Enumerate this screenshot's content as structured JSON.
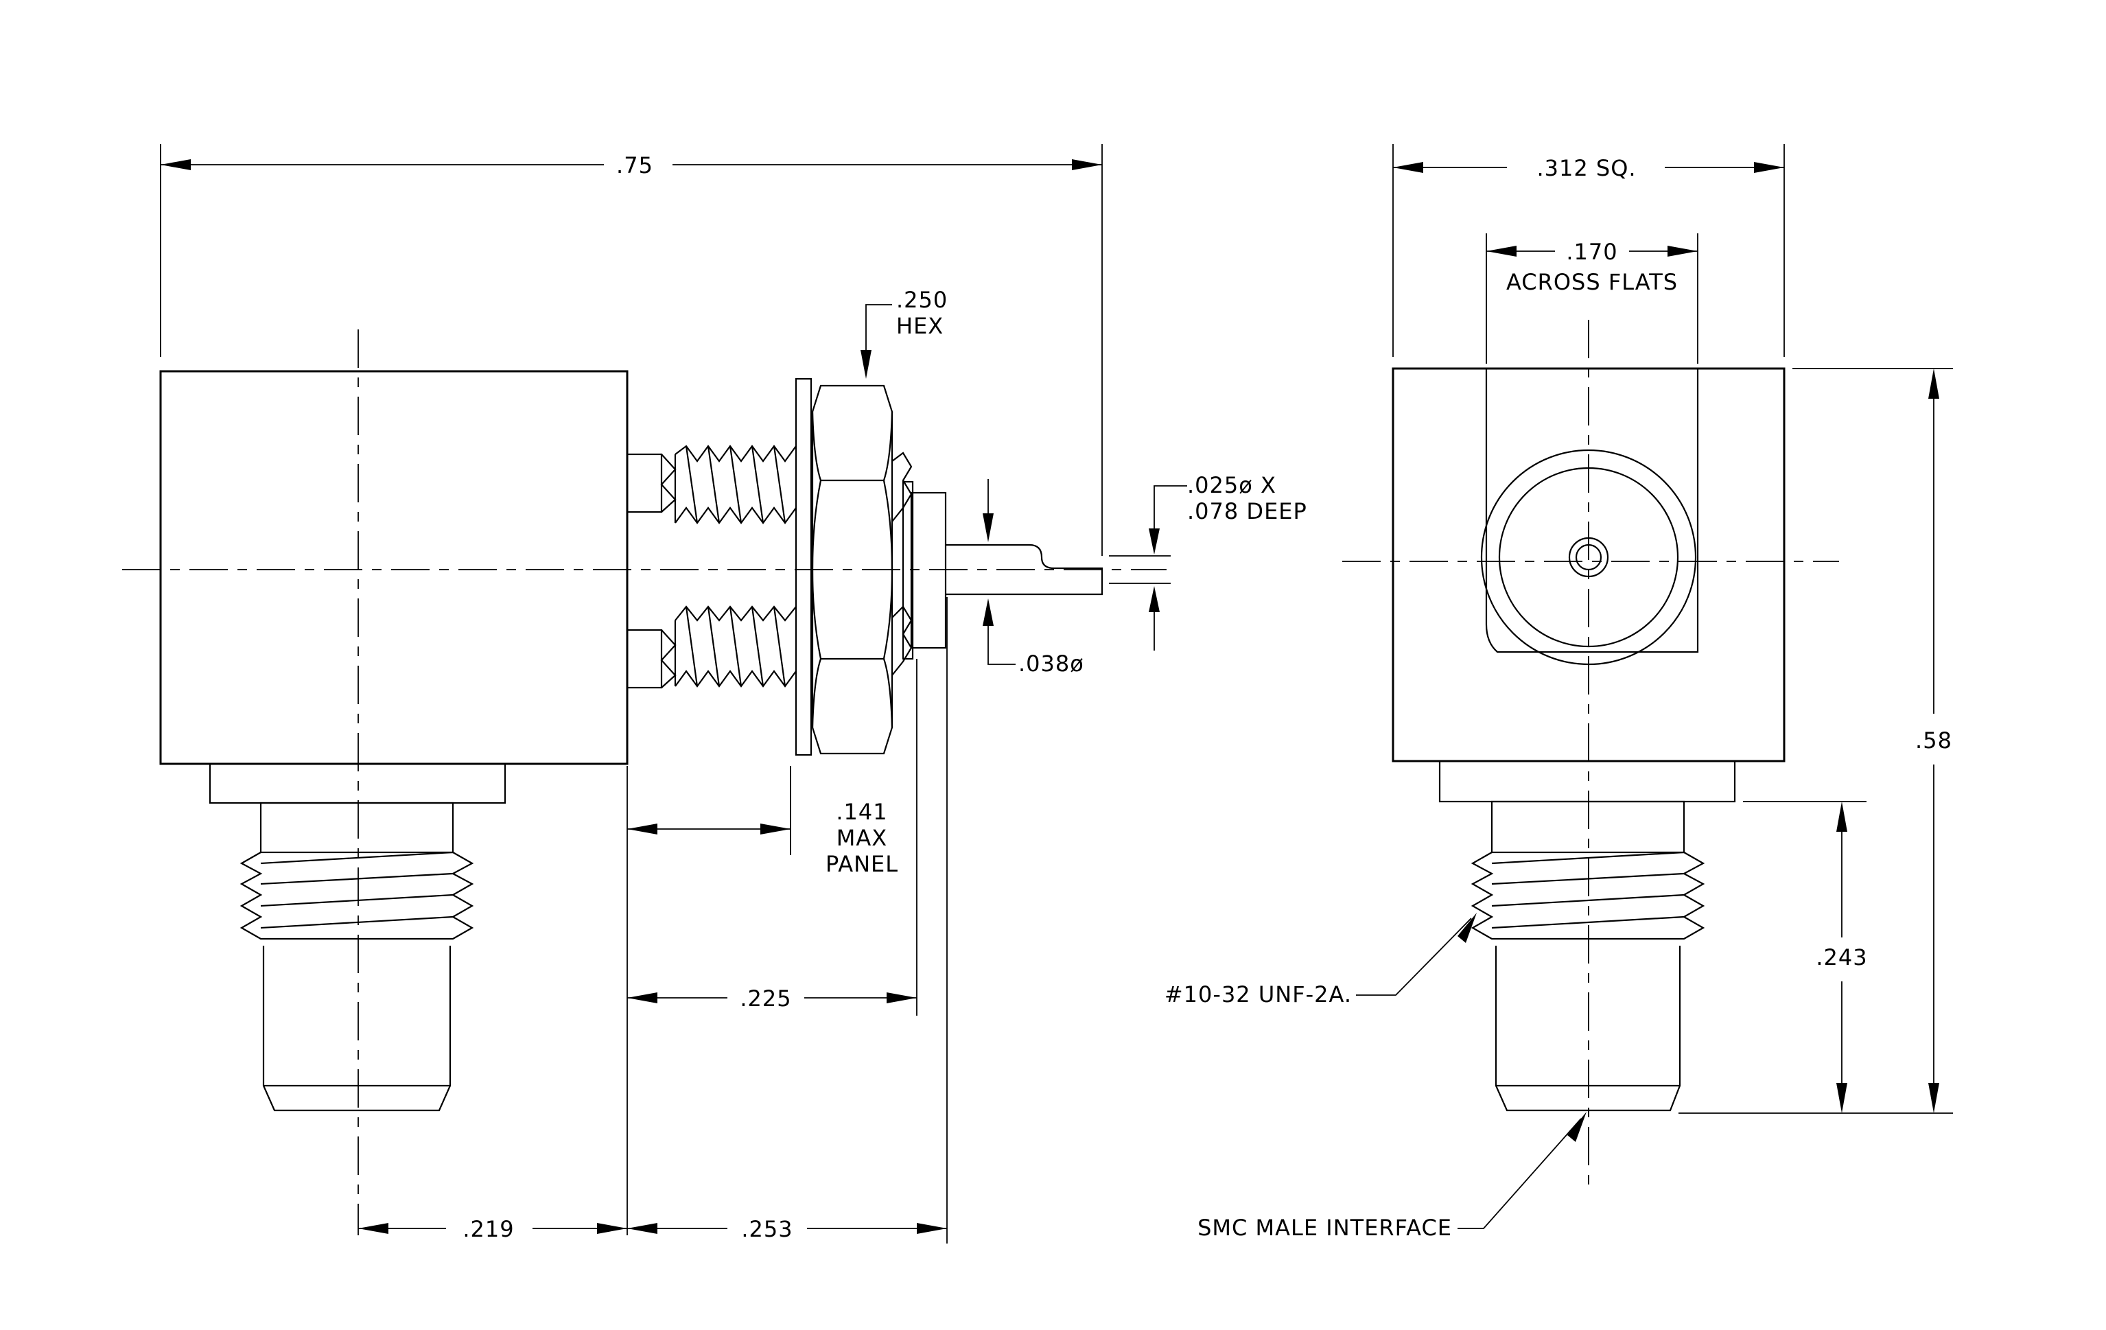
{
  "side_view": {
    "overall_length": ".75",
    "hex_size": ".250",
    "hex_label": "HEX",
    "pin_hole": ".025ø X",
    "pin_hole_depth": ".078 DEEP",
    "pin_diameter": ".038ø",
    "panel_thickness": ".141",
    "panel_max": "MAX",
    "panel_label": "PANEL",
    "body_to_flange": ".225",
    "centerline_to_body": ".219",
    "body_to_tip": ".253"
  },
  "end_view": {
    "body_width": ".312 SQ.",
    "across_flats": ".170",
    "across_flats_label": "ACROSS FLATS",
    "overall_height": ".58",
    "thread_length": ".243",
    "thread_spec": "#10-32 UNF-2A.",
    "interface": "SMC MALE INTERFACE"
  }
}
